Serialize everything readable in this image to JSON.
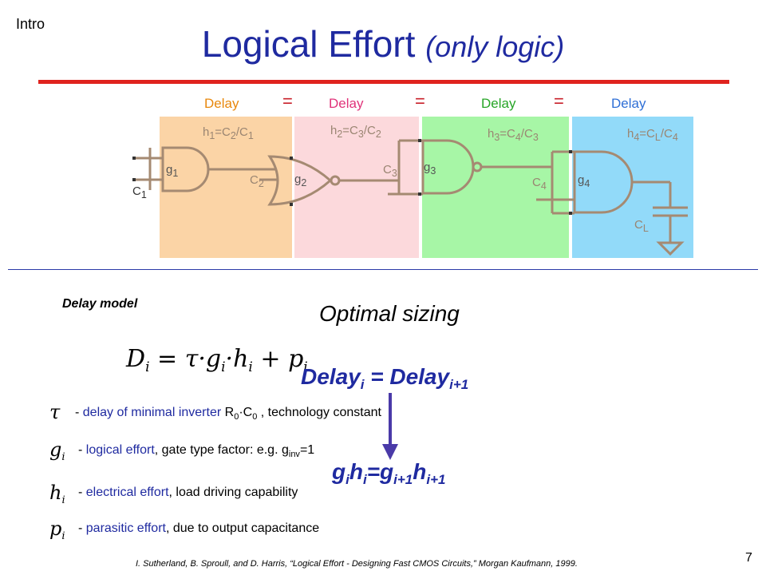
{
  "slide": {
    "section": "Intro",
    "title": "Logical Effort",
    "title_suffix": "(only logic)",
    "page_number": "7",
    "citation": "I. Sutherland, B. Sproull, and D. Harris, “Logical Effort - Designing Fast CMOS Circuits,” Morgan Kaufmann, 1999."
  },
  "diagram": {
    "delay_labels": [
      "Delay",
      "Delay",
      "Delay",
      "Delay"
    ],
    "equals": "=",
    "stages": [
      {
        "h_label": "h",
        "h_sub": "1",
        "h_rest": "=C",
        "h_rest_sub": "2",
        "h_rest2": "/C",
        "h_rest2_sub": "1",
        "gate_g": "g",
        "gate_sub": "1",
        "cap_c": "C",
        "cap_sub": "2",
        "color": "#fbd4a6"
      },
      {
        "h_label": "h",
        "h_sub": "2",
        "h_rest": "=C",
        "h_rest_sub": "3",
        "h_rest2": "/C",
        "h_rest2_sub": "2",
        "gate_g": "g",
        "gate_sub": "2",
        "cap_c": "C",
        "cap_sub": "3",
        "color": "#fcd9dc"
      },
      {
        "h_label": "h",
        "h_sub": "3",
        "h_rest": "=C",
        "h_rest_sub": "4",
        "h_rest2": "/C",
        "h_rest2_sub": "3",
        "gate_g": "g",
        "gate_sub": "3",
        "cap_c": "C",
        "cap_sub": "4",
        "color": "#a7f6a6"
      },
      {
        "h_label": "h",
        "h_sub": "4",
        "h_rest": "=C",
        "h_rest_sub": "L",
        "h_rest2": "/C",
        "h_rest2_sub": "4",
        "gate_g": "g",
        "gate_sub": "4",
        "cap_c": "C",
        "cap_sub": "L",
        "color": "#92daf9"
      }
    ],
    "input_cap": {
      "c": "C",
      "sub": "1"
    },
    "colors": {
      "delay1": "#e8880d",
      "delay2": "#e0337a",
      "delay3": "#27a527",
      "delay4": "#2f6fd6",
      "equals": "#c8202a",
      "wire": "#a58a72"
    }
  },
  "delay_model": {
    "heading": "Delay model",
    "formula": {
      "D": "D",
      "D_sub": "i",
      "eq": " = ",
      "tau": "τ",
      "dot1": "·",
      "g": "g",
      "g_sub": "i",
      "dot2": "·",
      "h": "h",
      "h_sub": "i",
      "plus": " + ",
      "p": "p",
      "p_sub": "i"
    },
    "terms": [
      {
        "symbol": "τ",
        "symbol_sub": "",
        "dash": "- ",
        "blue": "delay of minimal inverter",
        "rest": " R",
        "rest_sub": "0",
        "rest2": "·C",
        "rest2_sub": "0",
        "rest3": " , technology constant"
      },
      {
        "symbol": "g",
        "symbol_sub": "i",
        "dash": "- ",
        "blue": "logical effort",
        "rest": ", gate type factor: e.g. g",
        "rest_sub": "inv",
        "rest2": "=1",
        "rest2_sub": "",
        "rest3": ""
      },
      {
        "symbol": "h",
        "symbol_sub": "i",
        "dash": "- ",
        "blue": "electrical effort",
        "rest": ", load driving capability",
        "rest_sub": "",
        "rest2": "",
        "rest2_sub": "",
        "rest3": ""
      },
      {
        "symbol": "p",
        "symbol_sub": "i",
        "dash": "- ",
        "blue": "parasitic effort",
        "rest": ", due to output capacitance",
        "rest_sub": "",
        "rest2": "",
        "rest2_sub": "",
        "rest3": ""
      }
    ]
  },
  "optimal_sizing": {
    "heading": "Optimal sizing",
    "delay_eq": {
      "a": "Delay",
      "a_sub": "i",
      "mid": " = Delay",
      "b_sub": "i+1"
    },
    "gh_eq": {
      "g1": "g",
      "g1_sub": "i",
      "h1": "h",
      "h1_sub": "i",
      "mid": "=g",
      "g2_sub": "i+1",
      "h2": "h",
      "h2_sub": "i+1"
    },
    "arrow_color": "#4a3aa8"
  }
}
